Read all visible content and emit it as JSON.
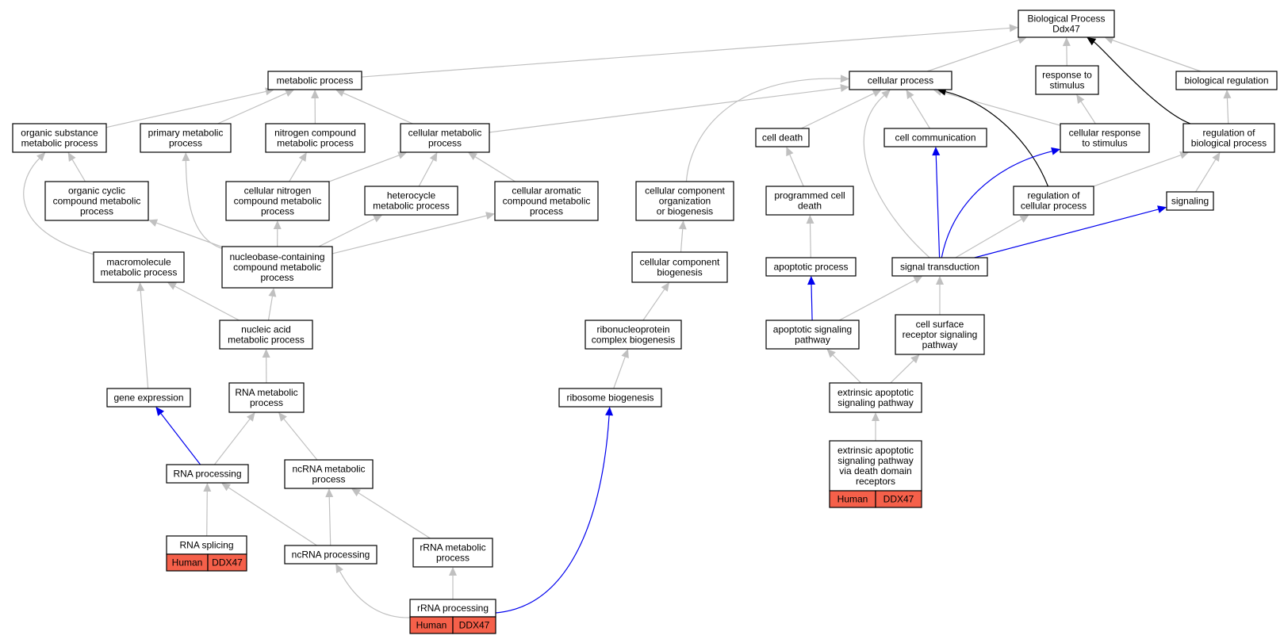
{
  "colors": {
    "edge_is_a": "#c0c0c0",
    "edge_regulates": "#0000ee",
    "edge_part_of": "#000000",
    "annotation_fill": "#f5604a"
  },
  "nodes": {
    "root": [
      "Biological Process",
      "Ddx47"
    ],
    "metabolic_process": [
      "metabolic process"
    ],
    "cellular_process": [
      "cellular process"
    ],
    "response_to_stimulus": [
      "response to",
      "stimulus"
    ],
    "biological_regulation": [
      "biological regulation"
    ],
    "organic_substance_metabolic": [
      "organic substance",
      "metabolic process"
    ],
    "primary_metabolic": [
      "primary metabolic",
      "process"
    ],
    "nitrogen_compound_metabolic": [
      "nitrogen compound",
      "metabolic process"
    ],
    "cellular_metabolic": [
      "cellular metabolic",
      "process"
    ],
    "cell_death": [
      "cell death"
    ],
    "cell_communication": [
      "cell communication"
    ],
    "cellular_response_to_stimulus": [
      "cellular response",
      "to stimulus"
    ],
    "regulation_of_biological_process": [
      "regulation of",
      "biological process"
    ],
    "organic_cyclic_compound_metabolic": [
      "organic cyclic",
      "compound metabolic",
      "process"
    ],
    "cellular_nitrogen_compound_metabolic": [
      "cellular nitrogen",
      "compound metabolic",
      "process"
    ],
    "heterocycle_metabolic": [
      "heterocycle",
      "metabolic process"
    ],
    "cellular_aromatic_compound_metabolic": [
      "cellular aromatic",
      "compound metabolic",
      "process"
    ],
    "cellular_component_organization": [
      "cellular component",
      "organization",
      "or biogenesis"
    ],
    "programmed_cell_death": [
      "programmed cell",
      "death"
    ],
    "regulation_of_cellular_process": [
      "regulation of",
      "cellular process"
    ],
    "signaling": [
      "signaling"
    ],
    "macromolecule_metabolic": [
      "macromolecule",
      "metabolic process"
    ],
    "nucleobase_containing_compound_metabolic": [
      "nucleobase-containing",
      "compound metabolic",
      "process"
    ],
    "cellular_component_biogenesis": [
      "cellular component",
      "biogenesis"
    ],
    "apoptotic_process": [
      "apoptotic process"
    ],
    "signal_transduction": [
      "signal transduction"
    ],
    "nucleic_acid_metabolic": [
      "nucleic acid",
      "metabolic process"
    ],
    "ribonucleoprotein_complex_biogenesis": [
      "ribonucleoprotein",
      "complex biogenesis"
    ],
    "apoptotic_signaling_pathway": [
      "apoptotic signaling",
      "pathway"
    ],
    "cell_surface_receptor_signaling": [
      "cell surface",
      "receptor signaling",
      "pathway"
    ],
    "gene_expression": [
      "gene expression"
    ],
    "rna_metabolic": [
      "RNA metabolic",
      "process"
    ],
    "ribosome_biogenesis": [
      "ribosome biogenesis"
    ],
    "extrinsic_apoptotic_signaling": [
      "extrinsic apoptotic",
      "signaling pathway"
    ],
    "rna_processing": [
      "RNA processing"
    ],
    "ncrna_metabolic": [
      "ncRNA metabolic",
      "process"
    ],
    "extrinsic_apoptotic_death_domain": [
      "extrinsic apoptotic",
      "signaling pathway",
      "via death domain",
      "receptors"
    ],
    "rna_splicing": [
      "RNA splicing"
    ],
    "ncrna_processing": [
      "ncRNA processing"
    ],
    "rrna_metabolic": [
      "rRNA metabolic",
      "process"
    ],
    "rrna_processing": [
      "rRNA processing"
    ]
  },
  "annotations": {
    "rna_splicing": [
      "Human",
      "DDX47"
    ],
    "rrna_processing": [
      "Human",
      "DDX47"
    ],
    "extrinsic_apoptotic_death_domain": [
      "Human",
      "DDX47"
    ]
  }
}
